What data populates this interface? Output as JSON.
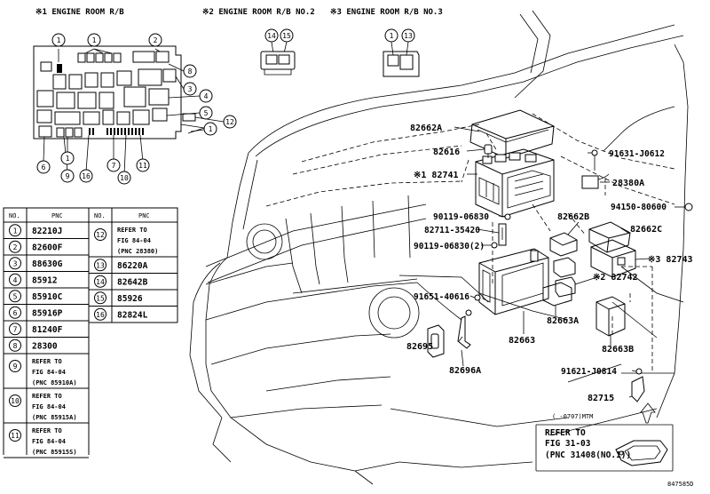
{
  "headers": {
    "rb1": "※1  ENGINE ROOM R/B",
    "rb2": "※2  ENGINE ROOM R/B NO.2",
    "rb3": "※3  ENGINE ROOM R/B NO.3",
    "rb2_circles": [
      "14",
      "15"
    ],
    "rb3_circles": [
      "1",
      "13"
    ]
  },
  "rb1_callouts": {
    "top": [
      "1",
      "1",
      "2"
    ],
    "right": [
      "8",
      "3",
      "4",
      "5",
      "12",
      "1"
    ],
    "bottom": [
      "6",
      "1",
      "9",
      "16",
      "7",
      "10",
      "11"
    ]
  },
  "table": {
    "col_no": "NO.",
    "col_pnc": "PNC",
    "left_rows": [
      {
        "no": "1",
        "pnc": "82210J"
      },
      {
        "no": "2",
        "pnc": "82600F"
      },
      {
        "no": "3",
        "pnc": "88630G"
      },
      {
        "no": "4",
        "pnc": "85912"
      },
      {
        "no": "5",
        "pnc": "85910C"
      },
      {
        "no": "6",
        "pnc": "85916P"
      },
      {
        "no": "7",
        "pnc": "81240F"
      },
      {
        "no": "8",
        "pnc": "28300"
      },
      {
        "no": "9",
        "pnc": [
          "REFER TO",
          "FIG 84-04",
          "(PNC 85910A)"
        ]
      },
      {
        "no": "10",
        "pnc": [
          "REFER TO",
          "FIG 84-04",
          "(PNC 85915A)"
        ]
      },
      {
        "no": "11",
        "pnc": [
          "REFER TO",
          "FIG 84-04",
          "(PNC 85915S)"
        ]
      }
    ],
    "right_rows": [
      {
        "no": "12",
        "pnc": [
          "REFER TO",
          "FIG 84-04",
          "(PNC 28380)"
        ]
      },
      {
        "no": "13",
        "pnc": "86220A"
      },
      {
        "no": "14",
        "pnc": "82642B"
      },
      {
        "no": "15",
        "pnc": "85926"
      },
      {
        "no": "16",
        "pnc": "82824L"
      }
    ]
  },
  "part_labels": {
    "p82662A": "82662A",
    "p82616": "82616",
    "p82741": "※1 82741",
    "p91631": "91631-J0612",
    "p28380A": "28380A",
    "p90119a": "90119-06830",
    "p82662B": "82662B",
    "p94150": "94150-80600",
    "p82711": "82711-35420",
    "p82662C": "82662C",
    "p90119b": "90119-06830(2)",
    "p82743": "※3 82743",
    "p82742": "※2 82742",
    "p91651": "91651-40616",
    "p82663A": "82663A",
    "p82695": "82695",
    "p82663": "82663",
    "p82663B": "82663B",
    "p82696A": "82696A",
    "p91621": "91621-J0814",
    "p82715": "82715"
  },
  "refer_box": {
    "note": "(   -0707)MTM",
    "lines": [
      "REFER TO",
      "FIG 31-03",
      "(PNC 31408(NO.1))"
    ]
  },
  "figure_code": "847585D"
}
